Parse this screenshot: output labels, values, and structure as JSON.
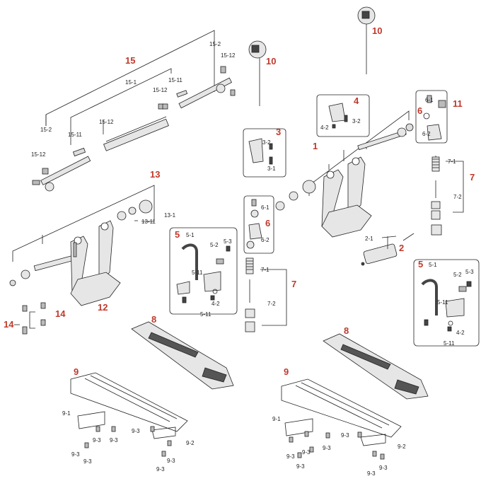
{
  "part_numbers": {
    "n1": "1",
    "n2": "2",
    "n3": "3",
    "n4": "4",
    "n5": "5",
    "n6": "6",
    "n7": "7",
    "n8": "8",
    "n9": "9",
    "n10": "10",
    "n11": "11",
    "n12": "12",
    "n13": "13",
    "n14": "14",
    "n15": "15"
  },
  "sub_labels": {
    "s15_1": "15-1",
    "s15_2": "15-2",
    "s15_11": "15-11",
    "s15_12": "15-12",
    "s13_1": "13-1",
    "s13_11": "13-11",
    "s2_1": "2-1",
    "s3_1": "3-1",
    "s3_2": "3-2",
    "s4_2": "4-2",
    "s5_1": "5-1",
    "s5_2": "5-2",
    "s5_3": "5-3",
    "s5_11": "5-11",
    "s6_1": "6-1",
    "s6_2": "6-2",
    "s7_1": "7-1",
    "s7_2": "7-2",
    "s9_1": "9-1",
    "s9_2": "9-2",
    "s9_3": "9-3"
  },
  "colors": {
    "callout": "#c0392b",
    "line": "#222222",
    "part_fill": "#e6e6e6",
    "part_dark": "#444444"
  }
}
